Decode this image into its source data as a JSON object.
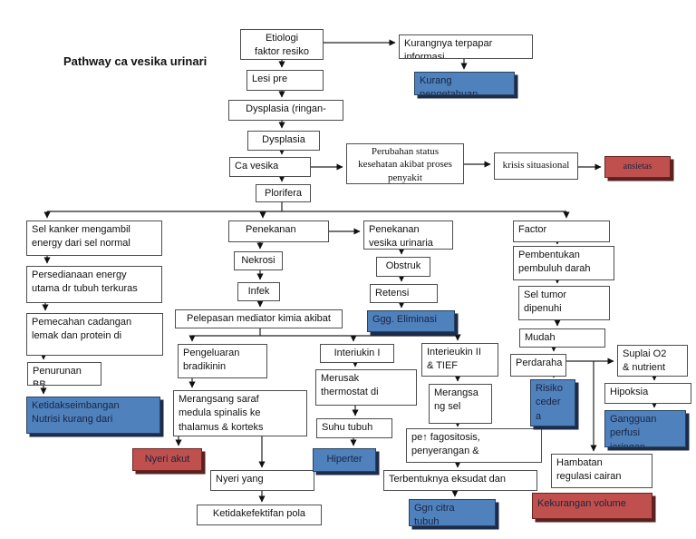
{
  "title": "Pathway ca vesika urinari",
  "colors": {
    "blue": "#4f81bd",
    "red": "#c0504d",
    "shadow_blue": "#1d2c4d",
    "shadow_red": "#59211f",
    "colored_text": "#1b2440",
    "line": "#1a1a1a",
    "box_border": "#4d4d4d"
  },
  "nodes": {
    "etiologi": "Etiologi\nfaktor resiko",
    "kurangnya_terpapar": "Kurangnya terpapar\ninformasi",
    "kurang_pengetahuan": "Kurang\npengetahuan",
    "lesi_pre": "Lesi pre",
    "dysplasia_ringan": "Dysplasia (ringan-",
    "dysplasia": "Dysplasia",
    "ca_vesika": "Ca vesika",
    "perubahan_status": "Perubahan status\nkesehatan akibat proses\npenyakit",
    "krisis_situasional": "krisis situasional",
    "ansietas": "ansietas",
    "plorifera": "Plorifera",
    "sel_kanker": "Sel kanker mengambil\nenergy dari sel normal",
    "persediaan_energy": "Persedianaan energy\nutama dr tubuh terkuras",
    "pemecahan_cadangan": "Pemecahan cadangan\nlemak dan protein di",
    "penurunan_bb": "Penurunan\nBB",
    "ketidakseimbangan_nutrisi": "Ketidakseimbangan\nNutrisi kurang dari",
    "penekanan": "Penekanan",
    "nekrosi": "Nekrosi",
    "infek": "Infek",
    "pelepasan_mediator": "Pelepasan mediator kimia akibat",
    "pengeluaran_bradikinin": "Pengeluaran\nbradikinin",
    "merangsang_saraf": "Merangsang saraf\nmedula spinalis ke\nthalamus & korteks",
    "nyeri_akut": "Nyeri akut",
    "nyeri_yang": "Nyeri yang",
    "ketidakefektifan_pola": "Ketidakefektifan pola",
    "interiukin_1": "Interiukin I",
    "merusak_thermostat": "Merusak\nthermostat di",
    "suhu_tubuh": "Suhu tubuh",
    "hipertermi": "Hiperter",
    "interieukin_2": "Interieukin II\n& TIEF",
    "merangsang_sel": "Merangsa\nng sel",
    "fagositosis": "pe↑ fagositosis,\npenyerangan &",
    "terbentuknya_eksudat": "Terbentuknya eksudat dan",
    "ggn_citra_tubuh": "Ggn citra\ntubuh",
    "penekanan_vesika": "Penekanan\nvesika urinaria",
    "obstruk": "Obstruk",
    "retensi": "Retensi",
    "ggg_eliminasi": "Ggg. Eliminasi",
    "factor": "Factor",
    "pembentukan_pembuluh": "Pembentukan\npembuluh darah",
    "sel_tumor": "Sel tumor\ndipenuhi",
    "mudah": "Mudah",
    "perdarahan": "Perdaraha",
    "risiko_cedera": "Risiko\nceder\na",
    "suplai_o2": "Suplai O2\n& nutrient",
    "hipoksia": "Hipoksia",
    "gangguan_perfusi": "Gangguan\nperfusi\njaringan",
    "hambatan_regulasi": "Hambatan\nregulasi cairan",
    "kekurangan_volume": "Kekurangan volume"
  }
}
